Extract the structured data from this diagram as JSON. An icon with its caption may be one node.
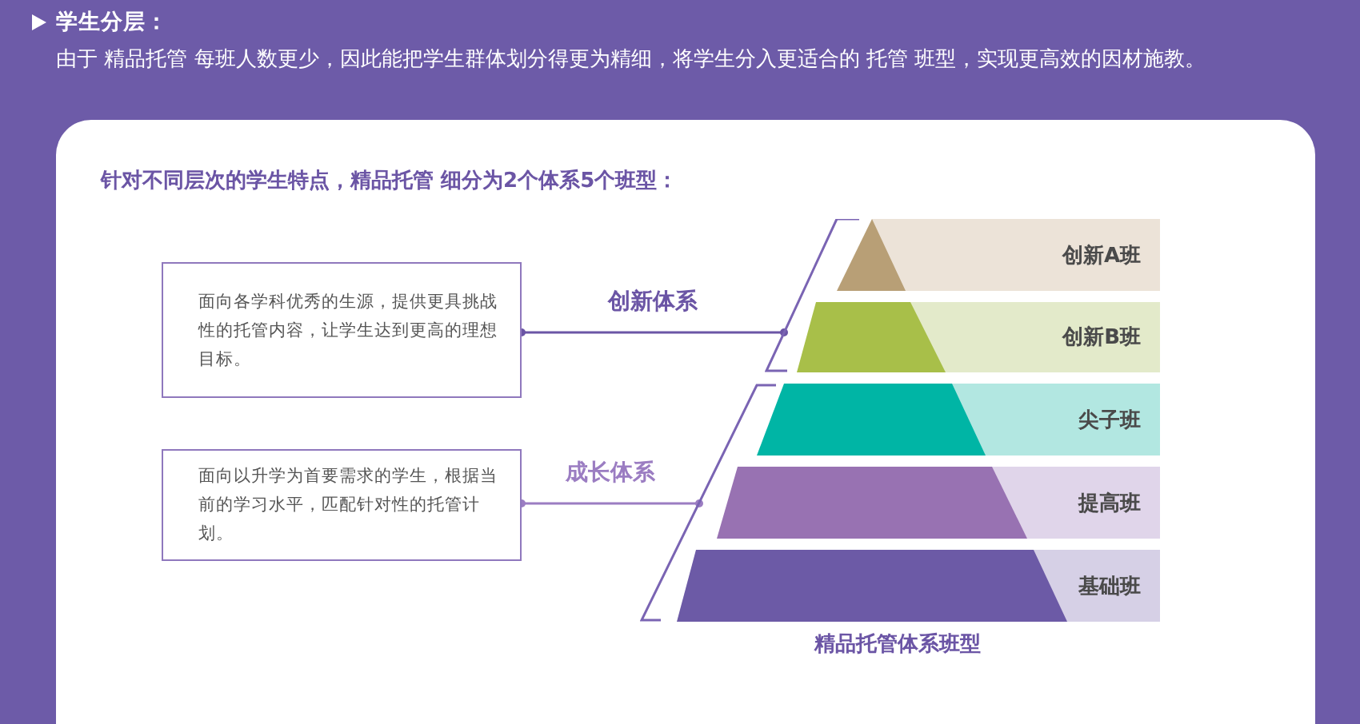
{
  "diagram": {
    "title": "学生分层：",
    "nodes": [
      {
        "text": [
          "面向各学科优秀的生源，提供更具挑战性的托管内容，让学生达到更高的理想目标。"
        ]
      },
      {
        "text": [],
        "shape": "bracket"
      },
      {
        "text": [
          "创新A班"
        ]
      },
      {
        "text": [
          "创新B班"
        ]
      },
      {
        "text": [
          "面向以升学为首要需求的学生，根据当前的学习水平，匹配针对性的托管计划。"
        ]
      },
      {
        "text": [],
        "shape": "bracket"
      },
      {
        "text": [
          "尖子班"
        ]
      },
      {
        "text": [
          "提高班"
        ]
      },
      {
        "text": [
          "基础班"
        ]
      }
    ],
    "edges": [
      {
        "from": 0,
        "to": 1,
        "arrow": "other",
        "label": "创新体系"
      },
      {
        "from": 4,
        "to": 5,
        "arrow": "other",
        "label": "成长体系",
        "color": "#9b7dc2"
      }
    ],
    "labels": [
      "由于 精品托管 每班人数更少，因此能把学生群体划分得更为精细，将学生分入更适合的 托管 班型，实现更高效的因材施教。",
      "针对不同层次的学生特点，精品托管 细分为2个体系5个班型：",
      "精品托管体系班型"
    ]
  }
}
